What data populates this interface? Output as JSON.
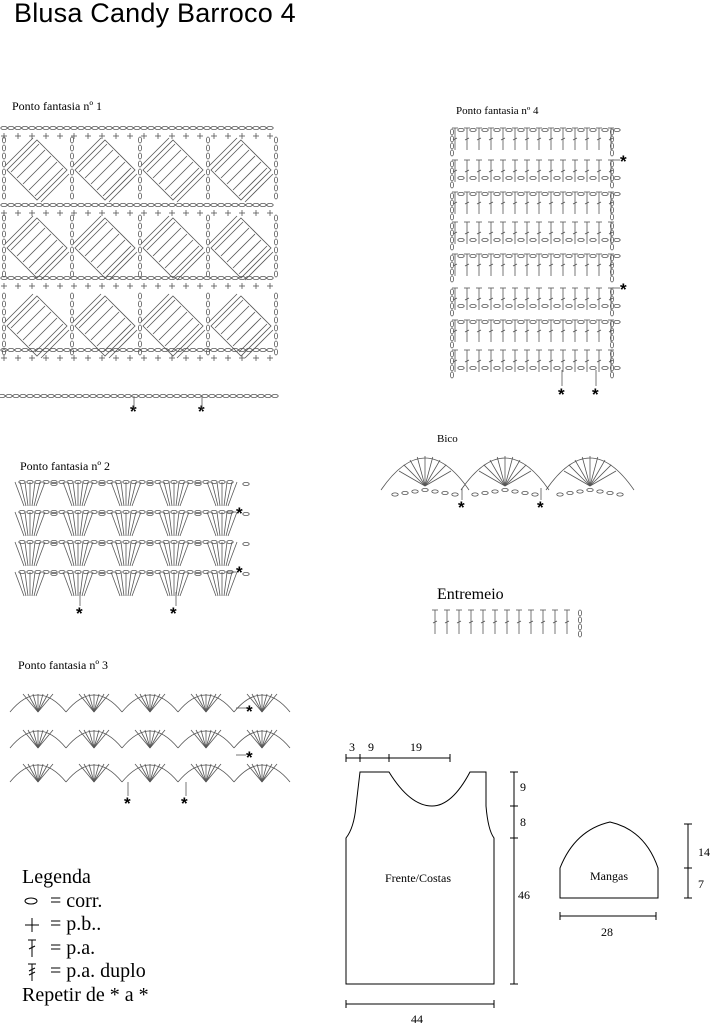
{
  "title": "Blusa Candy Barroco 4",
  "stitch_labels": {
    "pf1": "Ponto fantasia nº 1",
    "pf2": "Ponto fantasia nº 2",
    "pf3": "Ponto fantasia nº 3",
    "pf4": "Ponto fantasia nº 4",
    "bico": "Bico",
    "entremeio": "Entremeio"
  },
  "repeat_marker": "*",
  "legend": {
    "title": "Legenda",
    "items": [
      {
        "icon": "chain-oval-icon",
        "text": "= corr."
      },
      {
        "icon": "single-crochet-cross-icon",
        "text": "= p.b.."
      },
      {
        "icon": "double-crochet-icon",
        "text": "= p.a."
      },
      {
        "icon": "treble-crochet-icon",
        "text": "= p.a. duplo"
      }
    ],
    "repeat_text": "Repetir de * a *"
  },
  "schematic": {
    "body_label": "Frente/Costas",
    "sleeve_label": "Mangas",
    "top_dims": [
      "3",
      "9",
      "19"
    ],
    "side_dims": [
      "9",
      "8",
      "46"
    ],
    "width": "44",
    "sleeve_dims": [
      "14",
      "7"
    ],
    "sleeve_width": "28"
  }
}
